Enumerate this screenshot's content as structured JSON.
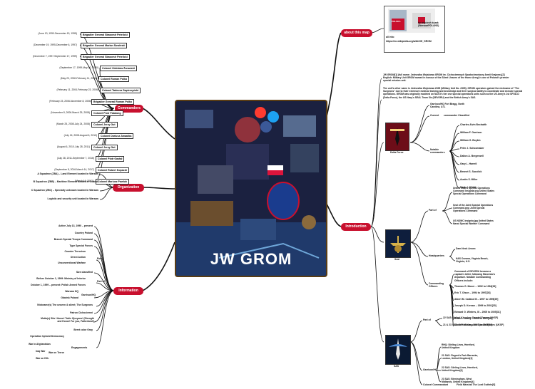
{
  "central": {
    "title": "JW GROM"
  },
  "categories": {
    "commanders": "Commanders",
    "organization": "Organization",
    "information": "Information",
    "about": "about this map",
    "introduction": "Introduction"
  },
  "commanders": [
    {
      "name": "Brigadier General Sławomir Petelicki",
      "dates": "(June 13, 1990-December 19, 1995)"
    },
    {
      "name": "Brigadier General Marian Sowiński",
      "dates": "(December 19, 1995-December 6, 1997)"
    },
    {
      "name": "Brigadier General Sławomir Petelicki",
      "dates": "(December 7, 1997-September 17, 1999)"
    },
    {
      "name": "Colonel Zdzisław Żurawski",
      "dates": "(September 17, 1999-May 20, 2000)"
    },
    {
      "name": "Colonel Roman Polko",
      "dates": "(May 20, 2000-February 11, 2004)"
    },
    {
      "name": "Colonel Tadeusz Sapierzyński",
      "dates": "(February 11, 2004-February 23, 2006)"
    },
    {
      "name": "Brigadier General Roman Polko",
      "dates": "(February 23, 2006-November 8, 2006)"
    },
    {
      "name": "Colonel Piotr Patalong",
      "dates": "(November 8, 2006-March 25, 2008)"
    },
    {
      "name": "Colonel Jerzy Gut",
      "dates": "(March 25, 2008-July 24, 2008)"
    },
    {
      "name": "Colonel Dariusz Zawadka",
      "dates": "(July 24, 2008-August 6, 2010)"
    },
    {
      "name": "Colonel Jerzy Gut",
      "dates": "(August 6, 2010-July 28, 2011)"
    },
    {
      "name": "Colonel Piotr Gastał",
      "dates": "(July 28, 2011-September 7, 2016)"
    },
    {
      "name": "Colonel Robert Kopacki",
      "dates": "(September 8, 2016-March 14, 2017)"
    },
    {
      "name": "Colonel Mariusz Pawluk",
      "dates": "(March 14, 2017-)"
    }
  ],
  "organization": [
    "A Squadron (ZBA) – Land Element located in Warsaw",
    "B Squadron (ZBB) – Maritime Element located in Gdańsk",
    "C Squadron (ZBC) – Specialty unknown located in Warsaw",
    "Logistic and security unit located in Warsaw"
  ],
  "information": {
    "active": "Active July 13, 1990 – present",
    "country": "Country Poland",
    "branch": "Branch Special Troops Command",
    "type": "Type Special Forces",
    "role_label": "Role",
    "roles": [
      "Counter Terrorism",
      "Direct Action",
      "Unconventional Warfare"
    ],
    "size": "Size classified",
    "partof_label": "Part of",
    "partof": [
      "Before October 1, 1999: Ministry of Interior",
      "October 1, 1999 – present: Polish Armed Forces"
    ],
    "garrison_label": "Garrison/HQ",
    "garrison": [
      "Warsaw HQ",
      "Gdańsk Poland"
    ],
    "nicknames": "Nickname(s) The unseen & silent; The Surgeons",
    "patron": "Patron Cichociemni",
    "motto": "Motto(s) Sila i Honor! Tobie Ojczyzno! (Strength and Honor! For you, Fatherland!)",
    "beret": "Beret color Gray",
    "engagements_label": "Engagements",
    "engagements": [
      "Operation Uphold Democracy",
      "War on Terror"
    ],
    "war_items": [
      "War in Afghanistan",
      "Iraq War",
      "War on ISIL"
    ]
  },
  "about": {
    "author": "by wojciech kuzak (Warsaw/POLAND)",
    "badge": "POLSKA",
    "info_label": "all info:",
    "info_link": "https://en.wikipedia.org/wiki/JW_GROM"
  },
  "intro": {
    "para1": "JW GROM[1] (full name: Jednostka Wojskowa GROM im. Cichociemnych Spadochroniarzy Armii Krajowej,[2] English: Military Unit GROM named in honour of the Silent Unseen of the Home Army) is one of Poland's premier special mission unit.",
    "para2": "The unit's other name is Jednostka Wojskowa 2305 (Military Unit No. 2305). GROM operators gained the nickname of \"The Surgeons\" due to their extensive medical training and knowledge and their surgical ability to coordinate and execute special operations. GROM was originally modeled on NATO's tier one special operations units such as the US Army's 1st SFOD-D (Delta Force), the US Navy's SEAL Team Six (DEVGRU) and the British Army's SAS.",
    "delta": {
      "label": "Delta Force",
      "garrison": "Garrison/HQ Fort Bragg, North Carolina, U.S.",
      "current_label": "Current",
      "current_value": "commander Classified",
      "notable_label": "Notable commanders",
      "commanders": [
        "Charles Alvin Beckwith",
        "William F. Garrison",
        "William G. Boykin",
        "Peter J. Schoomaker",
        "Dalton A. Bergerwell",
        "Gary L. Harrell",
        "Bennet S. Sacolick",
        "Austin S. Miller",
        "Mark J. O'Neil"
      ]
    },
    "seal": {
      "label": "Seal",
      "partof_label": "Part of",
      "partof": [
        "United States Special Operations Command Insignia.svg United States Special Operations Command",
        "Seal of the Joint Special Operations Command.png Joint Special Operations Command",
        "US NSWC insignia.jpg United States Naval Special Warfare Command"
      ],
      "hq_label": "Headquarters",
      "hq": [
        "Dam Neck Annex",
        "NAS Oceana, Virginia Beach, Virginia, U.S."
      ],
      "cmd_label": "Commanding Officers",
      "commanders": [
        "Command of DEVGRU became a captain's billet, following Marcinko's departure. Notable Commanding Officers include:",
        "Thomas G. Moser – 1992 to 1994[26]",
        "Eric T. Olson – 1994 to 1997[28]",
        "Albert M. Calland III – 1997 to 1999[29]",
        "Joseph D. Kernan – 1999 to 2001[30]",
        "Edward G. Winters, III – 2005 to 2005[31]",
        "Brian L. Losey – 2005 to 2007[32]",
        "Scott P. Moore – 2007 to 2008[33]"
      ]
    },
    "sas": {
      "label": "SAS",
      "partof_label": "Part of",
      "partof": [
        "22 SAS: United Kingdom Special Forces (UKSF)",
        "21 & 23 SAS: United Kingdom Special Forces (UKSF)"
      ],
      "garrison_label": "Garrison/HQ",
      "garrison": [
        "RHQ: Stirling Lines, Hereford, United Kingdom",
        "21 SAS: Regent's Park Barracks, London, United Kingdom[4]",
        "22 SAS: Stirling Lines, Hereford, United Kingdom[4]",
        "23 SAS: Birmingham, West Midlands, United Kingdom[4]"
      ],
      "colonel_label": "Colonel Commandant",
      "colonel": "Field Marshal The Lord Guthrie[9]"
    }
  },
  "colors": {
    "category": "#c8102e",
    "branch": "#111111",
    "central_border": "#5a3d14"
  }
}
